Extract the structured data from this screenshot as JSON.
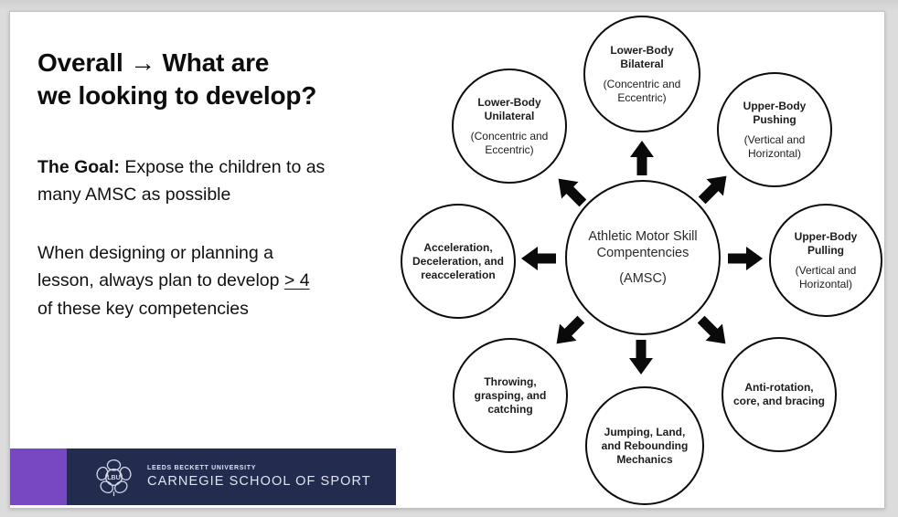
{
  "slide": {
    "title": "Overall → What are\nwe looking to develop?",
    "goal_label": "The Goal:",
    "goal_text": " Expose the children to as\nmany AMSC as possible",
    "plan_pre": "When designing or planning a\nlesson, always plan to develop ",
    "plan_threshold": "> 4",
    "plan_post": "\nof these key competencies"
  },
  "diagram": {
    "center": {
      "title": "Athletic Motor Skill Compentencies",
      "subtitle": "(AMSC)"
    },
    "nodes": [
      {
        "title": "Lower-Body Bilateral",
        "subtitle": "(Concentric and Eccentric)"
      },
      {
        "title": "Upper-Body Pushing",
        "subtitle": "(Vertical and Horizontal)"
      },
      {
        "title": "Upper-Body Pulling",
        "subtitle": "(Vertical and Horizontal)"
      },
      {
        "title": "Anti-rotation, core, and bracing",
        "subtitle": ""
      },
      {
        "title": "Jumping, Land, and Rebounding Mechanics",
        "subtitle": ""
      },
      {
        "title": "Throwing, grasping, and catching",
        "subtitle": ""
      },
      {
        "title": "Acceleration, Deceleration, and reacceleration",
        "subtitle": ""
      },
      {
        "title": "Lower-Body Unilateral",
        "subtitle": "(Concentric and Eccentric)"
      }
    ],
    "arrow_icons": [
      "arrow-up-icon",
      "arrow-up-right-icon",
      "arrow-right-icon",
      "arrow-down-right-icon",
      "arrow-down-icon",
      "arrow-down-left-icon",
      "arrow-left-icon",
      "arrow-up-left-icon"
    ]
  },
  "footer": {
    "emblem_text": "LBU",
    "university": "LEEDS BECKETT UNIVERSITY",
    "school": "CARNEGIE SCHOOL OF SPORT",
    "accent_purple": "#7748C2",
    "banner_navy": "#232C4E"
  }
}
